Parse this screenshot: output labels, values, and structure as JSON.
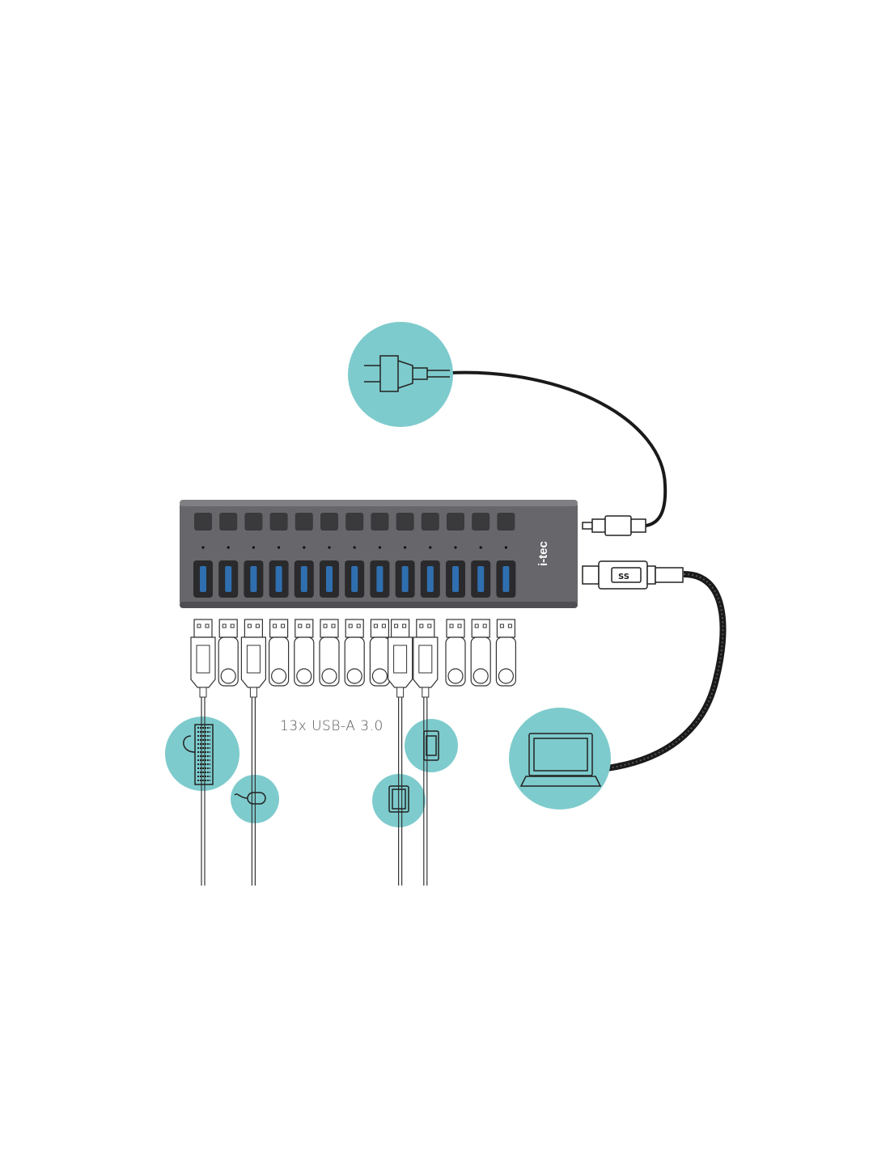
{
  "diagram": {
    "ports_label": "13x USB-A 3.0",
    "brand_logo": "i-tec",
    "port_count": 13,
    "connected_ports": [
      0,
      2,
      8,
      9
    ],
    "devices": [
      {
        "name": "power-adapter",
        "icon": "power-plug-icon"
      },
      {
        "name": "keyboard",
        "icon": "keyboard-icon"
      },
      {
        "name": "mouse",
        "icon": "mouse-icon"
      },
      {
        "name": "tablet",
        "icon": "tablet-icon"
      },
      {
        "name": "smartphone",
        "icon": "phone-icon"
      },
      {
        "name": "laptop",
        "icon": "laptop-icon"
      }
    ],
    "colors": {
      "circle": "#7ecbcd",
      "hub": "#67666a",
      "port_blue": "#2f6fb0",
      "cable": "#1a1a1a"
    }
  }
}
